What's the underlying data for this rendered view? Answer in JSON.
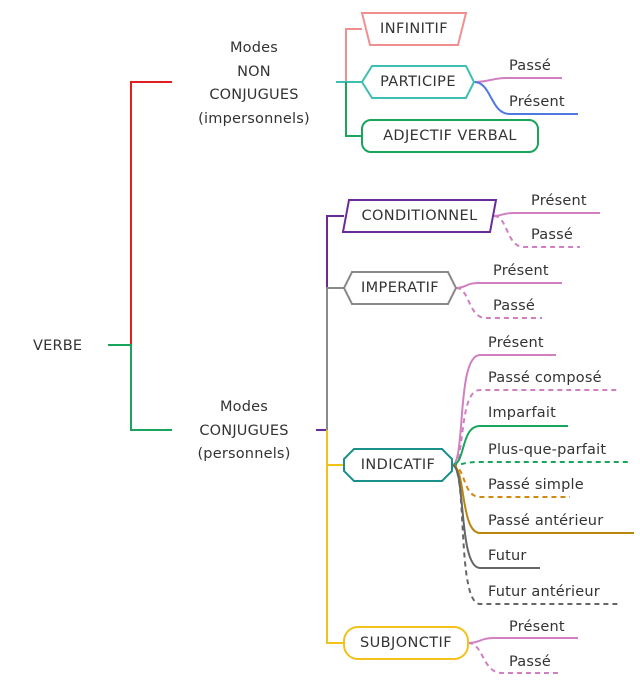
{
  "root": {
    "label": "VERBE"
  },
  "groups": {
    "non_conjugues": {
      "label_lines": [
        "Modes",
        "NON",
        "CONJUGUES",
        "(impersonnels)"
      ],
      "infinitif": {
        "label": "INFINITIF"
      },
      "participe": {
        "label": "PARTICIPE",
        "tenses": [
          "Passé",
          "Présent"
        ]
      },
      "adjectif_verbal": {
        "label": "ADJECTIF VERBAL"
      }
    },
    "conjugues": {
      "label_lines": [
        "Modes",
        "CONJUGUES",
        "(personnels)"
      ],
      "conditionnel": {
        "label": "CONDITIONNEL",
        "tenses": [
          "Présent",
          "Passé"
        ]
      },
      "imperatif": {
        "label": "IMPERATIF",
        "tenses": [
          "Présent",
          "Passé"
        ]
      },
      "indicatif": {
        "label": "INDICATIF",
        "tenses": [
          "Présent",
          "Passé composé",
          "Imparfait",
          "Plus-que-parfait",
          "Passé simple",
          "Passé antérieur",
          "Futur",
          "Futur antérieur"
        ]
      },
      "subjonctif": {
        "label": "SUBJONCTIF",
        "tenses": [
          "Présent",
          "Passé"
        ]
      }
    }
  },
  "colors": {
    "red": "#e02020",
    "green": "#1aa55c",
    "salmon": "#ef8f8f",
    "teal": "#3fbfb2",
    "blue": "#4f78e0",
    "pink": "#d080c0",
    "purple": "#6a2a9a",
    "gray": "#8a8a8a",
    "darkteal": "#1b8f8a",
    "yellow": "#f2c21a",
    "orange": "#d08a10",
    "darkgray": "#666666"
  }
}
